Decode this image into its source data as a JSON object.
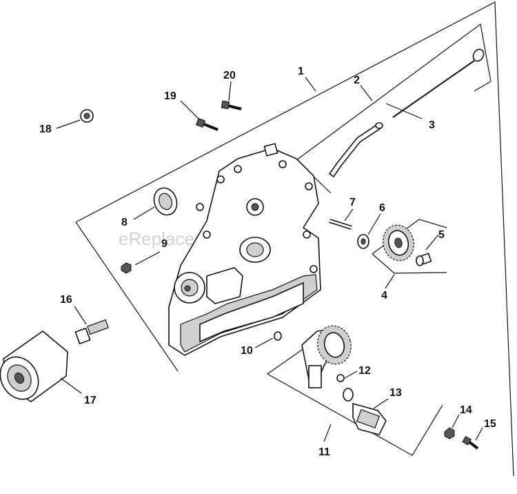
{
  "watermark": "eReplacementParts.com",
  "callouts": [
    "1",
    "2",
    "3",
    "4",
    "5",
    "6",
    "7",
    "8",
    "9",
    "10",
    "11",
    "12",
    "13",
    "14",
    "15",
    "16",
    "17",
    "18",
    "19",
    "20"
  ]
}
